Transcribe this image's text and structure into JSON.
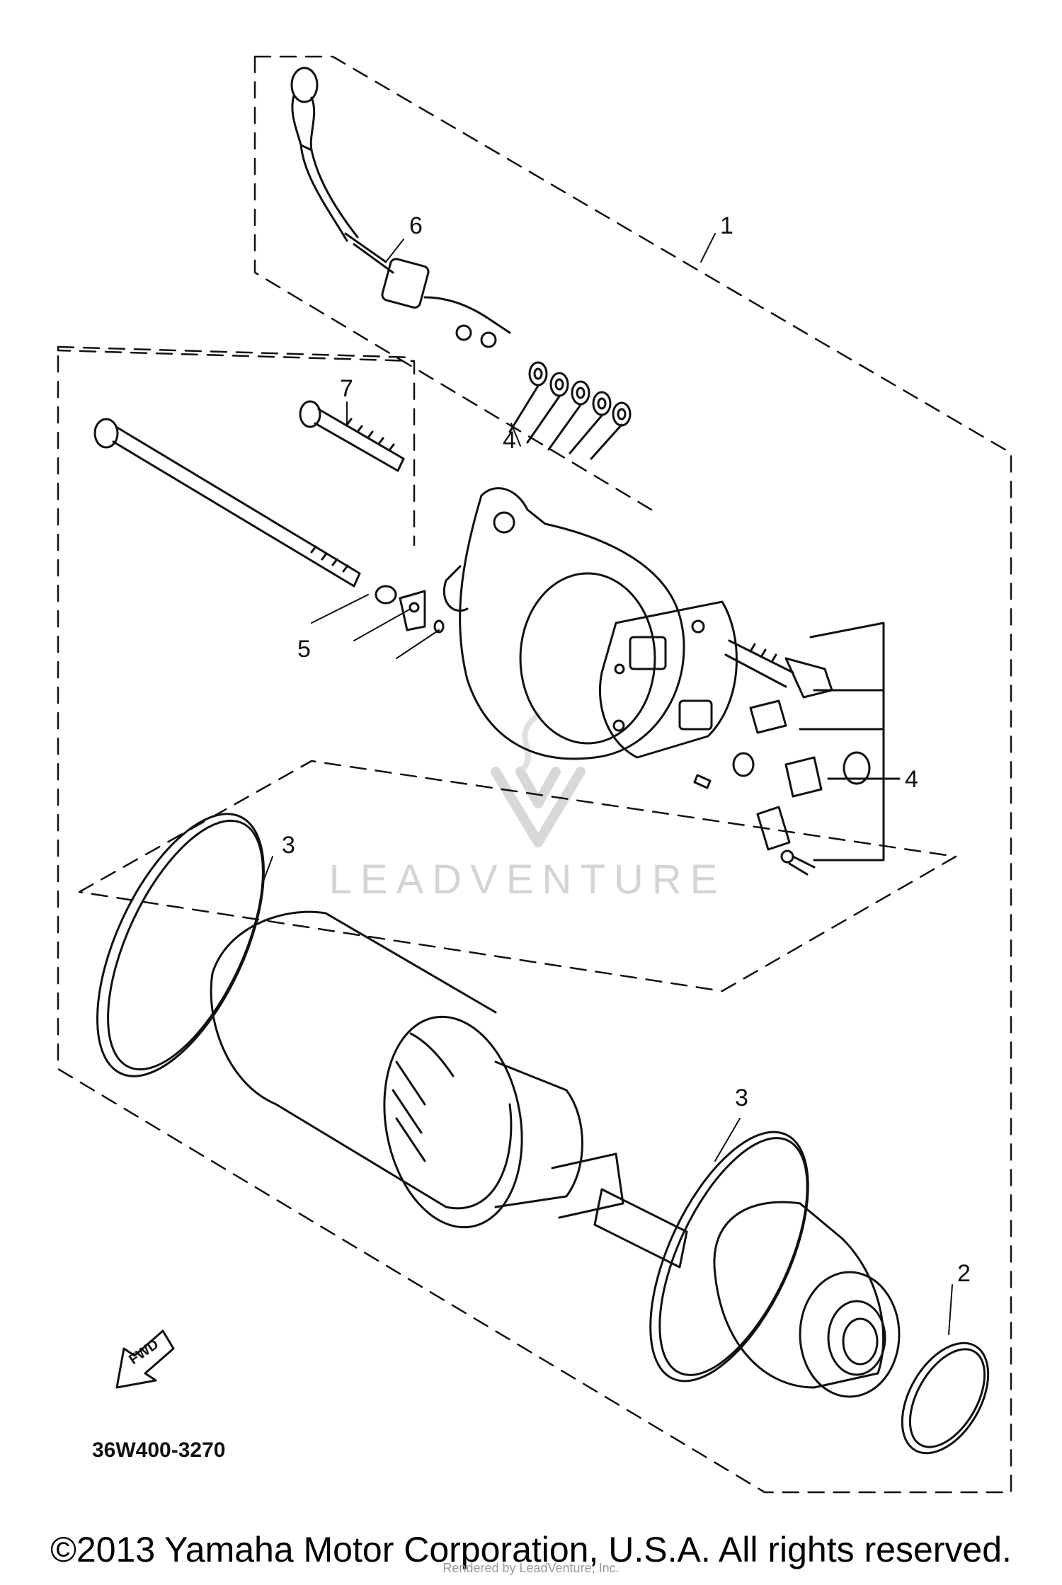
{
  "callouts": {
    "c1": "1",
    "c2": "2",
    "c3a": "3",
    "c3b": "3",
    "c4a": "4",
    "c4b": "4",
    "c5": "5",
    "c6": "6",
    "c7": "7"
  },
  "fwd_label": "FWD",
  "part_number": "36W400-3270",
  "watermark": "LEADVENTURE",
  "copyright": "©2013 Yamaha Motor Corporation, U.S.A. All rights reserved.",
  "credit": "Rendered by LeadVenture, Inc."
}
